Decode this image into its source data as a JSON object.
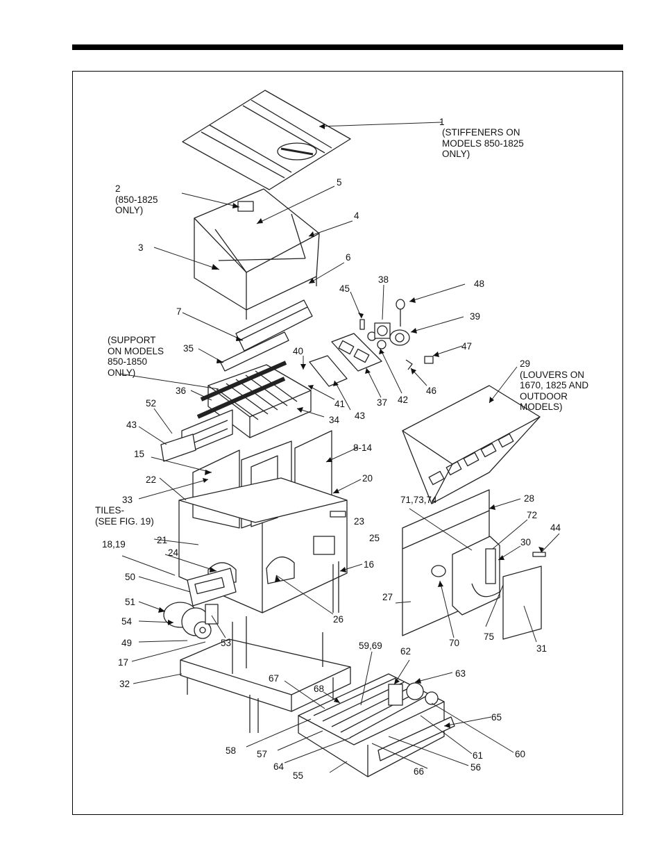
{
  "diagram": {
    "callouts": [
      {
        "id": "1",
        "text": "1"
      },
      {
        "id": "1-note",
        "text": "(STIFFENERS ON\nMODELS 850-1825\nONLY)"
      },
      {
        "id": "2",
        "text": "2\n(850-1825\nONLY)"
      },
      {
        "id": "3",
        "text": "3"
      },
      {
        "id": "4",
        "text": "4"
      },
      {
        "id": "5",
        "text": "5"
      },
      {
        "id": "6",
        "text": "6"
      },
      {
        "id": "7",
        "text": "7"
      },
      {
        "id": "support-note",
        "text": "(SUPPORT\nON MODELS\n850-1850\nONLY)"
      },
      {
        "id": "35",
        "text": "35"
      },
      {
        "id": "36",
        "text": "36"
      },
      {
        "id": "40",
        "text": "40"
      },
      {
        "id": "41",
        "text": "41"
      },
      {
        "id": "34",
        "text": "34"
      },
      {
        "id": "52",
        "text": "52"
      },
      {
        "id": "43a",
        "text": "43"
      },
      {
        "id": "15",
        "text": "15"
      },
      {
        "id": "22",
        "text": "22"
      },
      {
        "id": "33",
        "text": "33"
      },
      {
        "id": "tiles",
        "text": "TILES-\n(SEE FIG. 19)"
      },
      {
        "id": "8-14",
        "text": "8-14"
      },
      {
        "id": "20",
        "text": "20"
      },
      {
        "id": "23",
        "text": "23"
      },
      {
        "id": "25",
        "text": "25"
      },
      {
        "id": "21",
        "text": "21"
      },
      {
        "id": "18,19",
        "text": "18,19"
      },
      {
        "id": "24",
        "text": "24"
      },
      {
        "id": "16",
        "text": "16"
      },
      {
        "id": "50",
        "text": "50"
      },
      {
        "id": "51",
        "text": "51"
      },
      {
        "id": "54",
        "text": "54"
      },
      {
        "id": "53",
        "text": "53"
      },
      {
        "id": "26",
        "text": "26"
      },
      {
        "id": "49",
        "text": "49"
      },
      {
        "id": "17",
        "text": "17"
      },
      {
        "id": "32",
        "text": "32"
      },
      {
        "id": "45",
        "text": "45"
      },
      {
        "id": "38",
        "text": "38"
      },
      {
        "id": "48",
        "text": "48"
      },
      {
        "id": "39",
        "text": "39"
      },
      {
        "id": "47",
        "text": "47"
      },
      {
        "id": "46",
        "text": "46"
      },
      {
        "id": "42",
        "text": "42"
      },
      {
        "id": "37",
        "text": "37"
      },
      {
        "id": "43b",
        "text": "43"
      },
      {
        "id": "29",
        "text": "29\n(LOUVERS ON\n1670, 1825 AND\nOUTDOOR\nMODELS)"
      },
      {
        "id": "71,73,74",
        "text": "71,73,74"
      },
      {
        "id": "28",
        "text": "28"
      },
      {
        "id": "72",
        "text": "72"
      },
      {
        "id": "44",
        "text": "44"
      },
      {
        "id": "30",
        "text": "30"
      },
      {
        "id": "27",
        "text": "27"
      },
      {
        "id": "70",
        "text": "70"
      },
      {
        "id": "75",
        "text": "75"
      },
      {
        "id": "31",
        "text": "31"
      },
      {
        "id": "59,69",
        "text": "59,69"
      },
      {
        "id": "62",
        "text": "62"
      },
      {
        "id": "63",
        "text": "63"
      },
      {
        "id": "67",
        "text": "67"
      },
      {
        "id": "68",
        "text": "68"
      },
      {
        "id": "65",
        "text": "65"
      },
      {
        "id": "58",
        "text": "58"
      },
      {
        "id": "57",
        "text": "57"
      },
      {
        "id": "61",
        "text": "61"
      },
      {
        "id": "60",
        "text": "60"
      },
      {
        "id": "64",
        "text": "64"
      },
      {
        "id": "56",
        "text": "56"
      },
      {
        "id": "55",
        "text": "55"
      },
      {
        "id": "66",
        "text": "66"
      }
    ]
  }
}
